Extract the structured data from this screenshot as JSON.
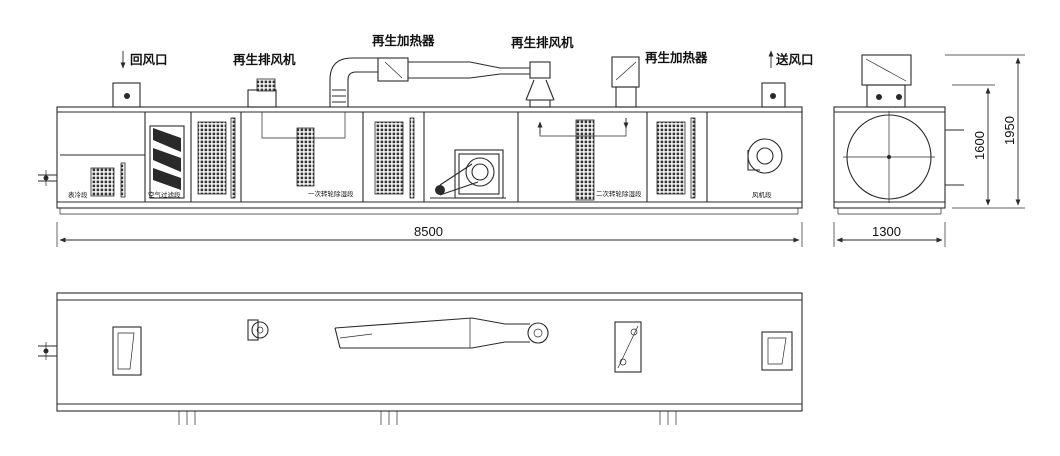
{
  "labels": {
    "return_air": "回风口",
    "regen_fan_1": "再生排风机",
    "regen_heater_1": "再生加热器",
    "regen_fan_2": "再生排风机",
    "regen_heater_2": "再生加热器",
    "supply_air": "送风口"
  },
  "sections": {
    "precool": "表冷段",
    "filter": "空气过滤段",
    "wheel_1": "一次转轮除湿段",
    "wheel_2": "二次转轮除湿段",
    "fan": "风机段"
  },
  "dimensions": {
    "length": "8500",
    "width": "1300",
    "height_total": "1950",
    "height_body": "1600"
  }
}
